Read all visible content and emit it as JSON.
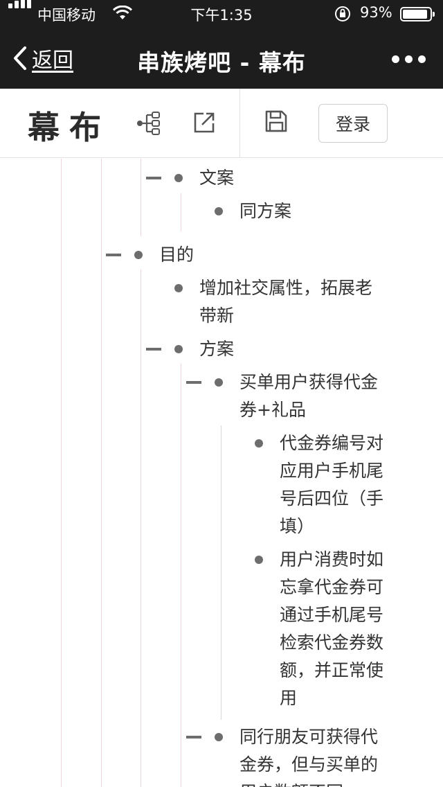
{
  "status_bar": {
    "carrier": "中国移动",
    "time": "下午1:35",
    "battery_percent": "93%",
    "battery_level": 0.93,
    "icons": [
      "signal-icon",
      "wifi-icon",
      "orientation-lock-icon",
      "battery-icon"
    ]
  },
  "nav": {
    "back_label": "返回",
    "title": "串族烤吧 - 幕布",
    "icons": [
      "chevron-left-icon",
      "more-icon"
    ]
  },
  "toolbar": {
    "logo": "幕布",
    "login_label": "登录",
    "icons": [
      "mindmap-icon",
      "open-external-icon",
      "save-icon"
    ]
  },
  "outline": {
    "n_wenan": "文案",
    "n_tongfangan": "同方案",
    "n_mudi": "目的",
    "n_zengjia": [
      "增加社交属性，拓展老",
      "带新"
    ],
    "n_fangan": "方案",
    "n_maidan": [
      "买单用户获得代金",
      "券+礼品"
    ],
    "n_daijinquan": [
      "代金券编号对",
      "应用户手机尾",
      "号后四位（手",
      "填）"
    ],
    "n_xiaofei": [
      "用户消费时如",
      "忘拿代金券可",
      "通过手机尾号",
      "检索代金券数",
      "额，并正常使",
      "用"
    ],
    "n_tonghang": [
      "同行朋友可获得代",
      "金券，但与买单的",
      "用户数额不同"
    ]
  },
  "colors": {
    "bar_background": "#1d1d1d",
    "text": "#333333",
    "bullet": "#6d6d6d",
    "guide_line": "#ecd6dc"
  }
}
